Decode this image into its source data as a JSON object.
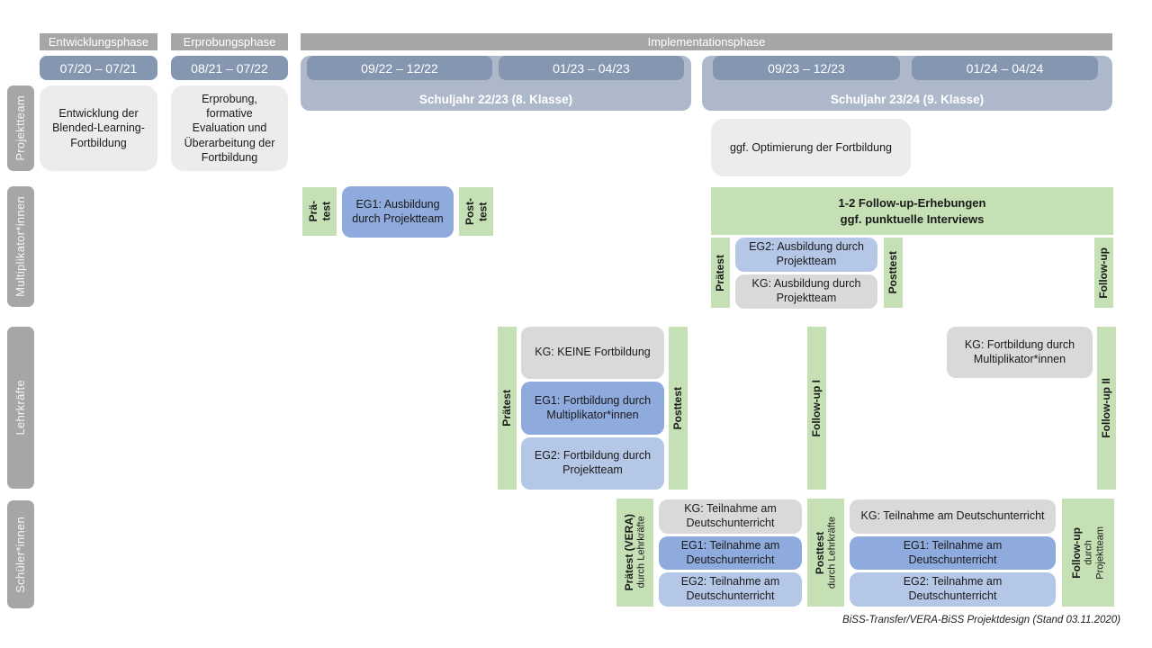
{
  "colors": {
    "header_gray": "#a6a6a6",
    "date_bar_blue": "#8496b0",
    "schoolyear_blue": "#adb9ca",
    "light_gray_box": "#ececec",
    "kg_gray": "#d9d9d9",
    "eg1_blue": "#8faadc",
    "eg2_blue": "#b4c7e7",
    "test_green": "#c5e0b4"
  },
  "phases": [
    {
      "name": "Entwicklungsphase"
    },
    {
      "name": "Erprobungsphase"
    },
    {
      "name": "Implementationsphase"
    }
  ],
  "dates": [
    "07/20 – 07/21",
    "08/21 – 07/22",
    "09/22 – 12/22",
    "01/23 – 04/23",
    "09/23 – 12/23",
    "01/24 – 04/24"
  ],
  "schoolyears": [
    "Schuljahr 22/23 (8. Klasse)",
    "Schuljahr 23/24 (9. Klasse)"
  ],
  "actors": [
    "Projektteam",
    "Multiplikator*innen",
    "Lehrkräfte",
    "Schüler*innen"
  ],
  "projektteam": {
    "development": "Entwicklung der Blended-Learning-Fortbildung",
    "testing": "Erprobung, formative Evaluation und Überarbeitung der Fortbildung",
    "optimization": "ggf. Optimierung der Fortbildung"
  },
  "multiplikatoren": {
    "pretest1": {
      "line1": "Prä-",
      "line2": "test"
    },
    "eg1_training": "EG1: Ausbildung durch Projektteam",
    "posttest1": {
      "line1": "Post-",
      "line2": "test"
    },
    "followup_survey": {
      "line1": "1-2 Follow-up-Erhebungen",
      "line2": "ggf. punktuelle Interviews"
    },
    "pretest2": "Prätest",
    "eg2_training": "EG2: Ausbildung durch Projektteam",
    "kg_training": "KG: Ausbildung durch Projektteam",
    "posttest2": "Posttest",
    "followup": "Follow-up"
  },
  "lehrkraefte": {
    "pretest": "Prätest",
    "kg_none": "KG: KEINE Fortbildung",
    "eg1": "EG1: Fortbildung durch Multiplikator*innen",
    "eg2": "EG2: Fortbildung durch Projektteam",
    "posttest": "Posttest",
    "followup1": "Follow-up I",
    "kg_training": "KG: Fortbildung durch Multiplikator*innen",
    "followup2": "Follow-up II"
  },
  "schueler": {
    "pretest": {
      "title": "Prätest (VERA)",
      "sub": "durch Lehrkräfte"
    },
    "year1": [
      "KG: Teilnahme am Deutschunterricht",
      "EG1: Teilnahme am Deutschunterricht",
      "EG2: Teilnahme am Deutschunterricht"
    ],
    "posttest": {
      "title": "Posttest",
      "sub": "durch Lehrkräfte"
    },
    "year2": [
      "KG: Teilnahme am Deutschunterricht",
      "EG1: Teilnahme am Deutschunterricht",
      "EG2: Teilnahme am Deutschunterricht"
    ],
    "followup": {
      "title": "Follow-up",
      "sub1": "durch",
      "sub2": "Projektteam"
    }
  },
  "footer": "BiSS-Transfer/VERA-BiSS Projektdesign (Stand 03.11.2020)"
}
